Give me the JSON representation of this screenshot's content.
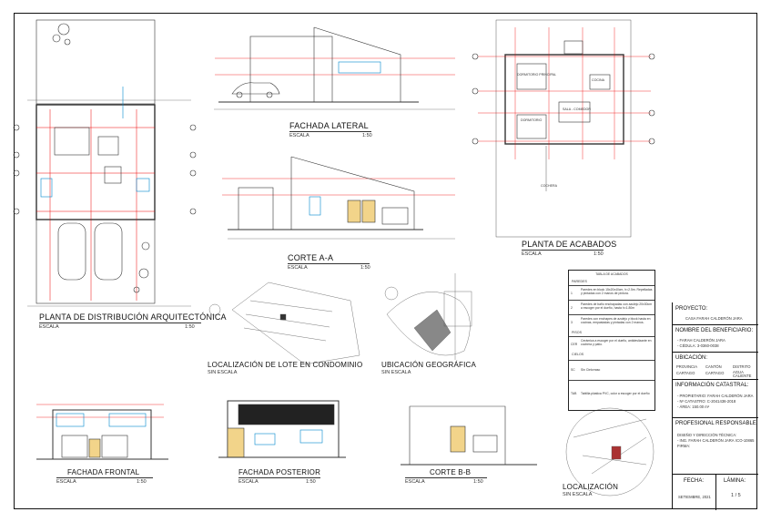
{
  "drawings": {
    "planta_distribucion": {
      "title": "PLANTA DE DISTRIBUCIÓN ARQUITECTÓNICA",
      "scale_label": "ESCALA",
      "scale": "1:50"
    },
    "fachada_lateral": {
      "title": "FACHADA LATERAL",
      "scale_label": "ESCALA",
      "scale": "1:50"
    },
    "corte_aa": {
      "title": "CORTE A-A",
      "scale_label": "ESCALA",
      "scale": "1:50"
    },
    "planta_acabados": {
      "title": "PLANTA DE ACABADOS",
      "scale_label": "ESCALA",
      "scale": "1:50"
    },
    "localizacion_lote": {
      "title": "LOCALIZACIÓN DE LOTE EN CONDOMINIO",
      "scale_label": "SIN ESCALA"
    },
    "ubicacion_geografica": {
      "title": "UBICACIÓN GEOGRÁFICA",
      "scale_label": "SIN ESCALA"
    },
    "fachada_frontal": {
      "title": "FACHADA FRONTAL",
      "scale_label": "ESCALA",
      "scale": "1:50"
    },
    "fachada_posterior": {
      "title": "FACHADA POSTERIOR",
      "scale_label": "ESCALA",
      "scale": "1:50"
    },
    "corte_bb": {
      "title": "CORTE B-B",
      "scale_label": "ESCALA",
      "scale": "1:50"
    },
    "localizacion": {
      "title": "LOCALIZACIÓN",
      "scale_label": "SIN ESCALA"
    }
  },
  "room_labels": {
    "dormitorio_principal": "DORMITORIO PRINCIPAL",
    "dormitorio": "DORMITORIO",
    "cocina": "COCINA",
    "sala_comedor": "SALA - COMEDOR",
    "cochera": "COCHERA"
  },
  "finishes_table": {
    "title": "TABLA DE ACABADOS",
    "sections": [
      "PAREDES",
      "PISOS",
      "CIELOS"
    ],
    "rows": [
      {
        "code": "1",
        "desc": "Paredes en block 15x20x40cm, h=2.5m. Repelladas y pintadas con 2 manos de pintura."
      },
      {
        "code": "2",
        "desc": "Paredes de baño enchapadas con azulejo 20x30cm a escoger por el dueño, hasta h=1.80m"
      },
      {
        "code": "3",
        "desc": "Paredes con enchapes de azulejo y block hasta en cocinas, empastadas y pintadas con 2 manos."
      },
      {
        "code": "CER",
        "desc": "Cerámica a escoger por el dueño, antideslizante en cochera y patio."
      },
      {
        "code": "SC",
        "desc": "Sin Cielorraso"
      },
      {
        "code": "TAB",
        "desc": "Tablilla plástica PVC, color a escoger por el dueño"
      }
    ]
  },
  "title_block": {
    "proyecto_label": "PROYECTO:",
    "proyecto_value": "CASA FARAH CALDERÓN JARA",
    "beneficiario_label": "NOMBRE DEL BENEFICIARIO:",
    "beneficiario_name": "- FARAH CALDERÓN JARA",
    "beneficiario_id": "- CÉDULA: 3-0360-0038",
    "ubicacion_label": "UBICACIÓN:",
    "ubicacion_headers": [
      "PROVINCIA",
      "CANTÓN",
      "DISTRITO"
    ],
    "ubicacion_values": [
      "CARTAGO",
      "CARTAGO",
      "AGUA CALIENTE"
    ],
    "catastral_label": "INFORMACIÓN CATASTRAL:",
    "catastral_owner": "- PROPIETARIO: FARAH CALDERÓN JARA",
    "catastral_number": "- Nº CATASTRO: C-2041436-2018",
    "catastral_area": "- ÁREA: 150.00 m²",
    "profesional_label": "PROFESIONAL RESPONSABLE:",
    "profesional_role": "DISEÑO Y DIRECCIÓN TÉCNICA:",
    "profesional_name": "- ING. FARAH CALDERÓN JARA",
    "profesional_code": "ICO-10865",
    "firma_label": "FIRMA:",
    "fecha_label": "FECHA:",
    "fecha_value": "SETIEMBRE, 2021",
    "lamina_label": "LÁMINA:",
    "lamina_value": "1 / 5"
  }
}
